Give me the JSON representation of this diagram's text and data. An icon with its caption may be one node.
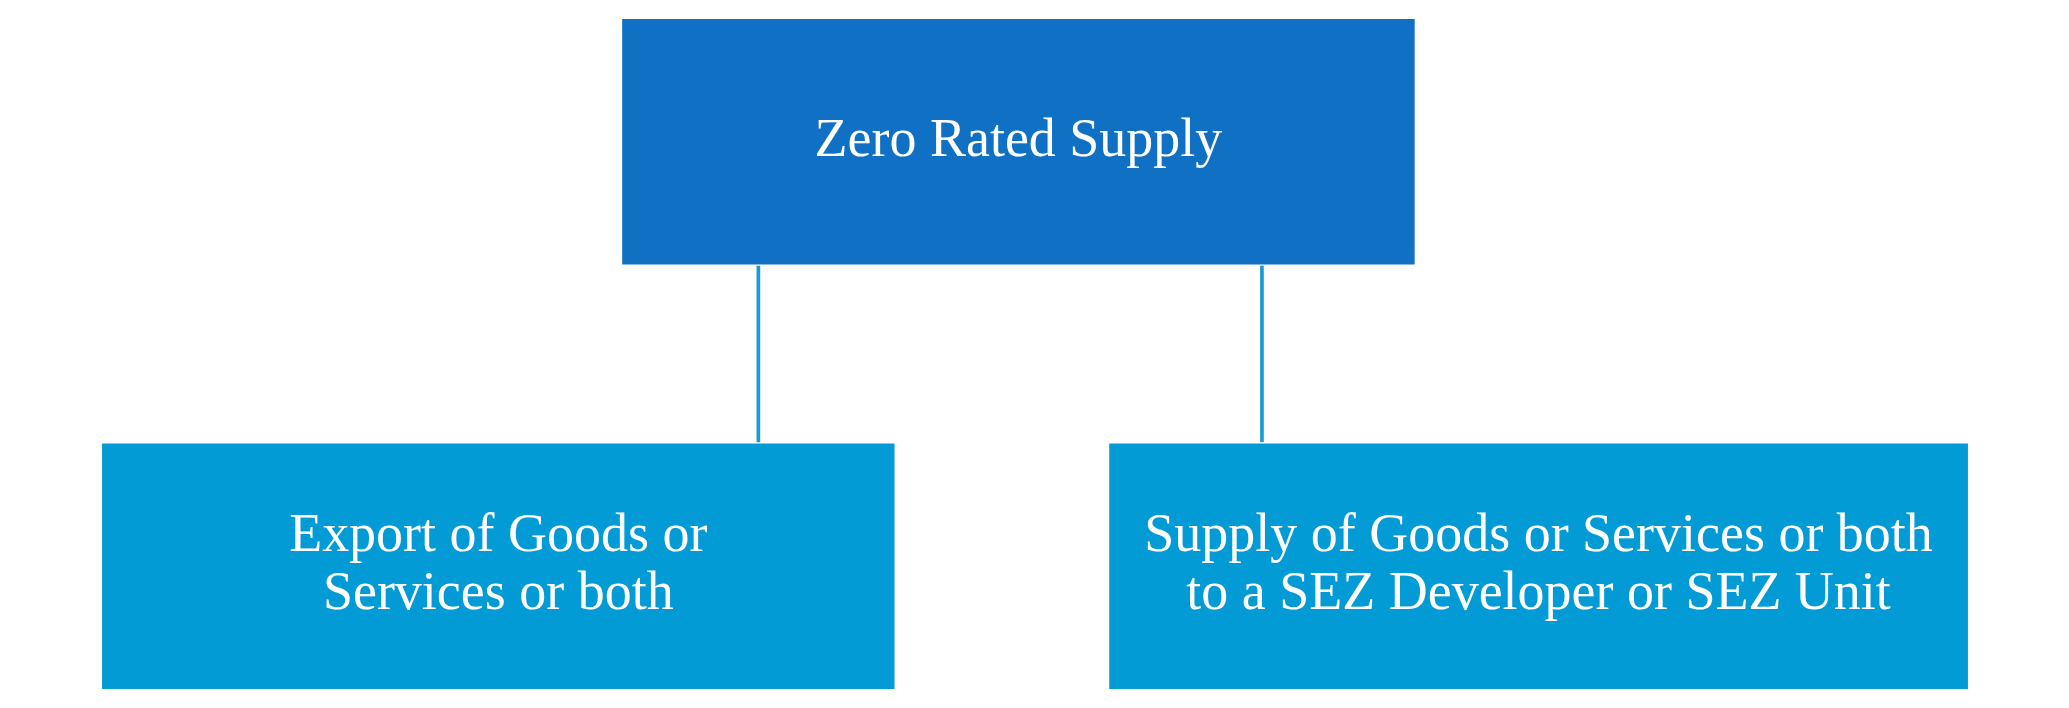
{
  "diagram": {
    "nodes": [
      {
        "text": [
          "Zero Rated Supply"
        ]
      },
      {
        "text": [
          "Export of Goods or Services or both"
        ]
      },
      {
        "text": [
          "Supply of Goods or Services or both to a SEZ Developer or SEZ Unit"
        ]
      }
    ],
    "edges": [
      {
        "from": 0,
        "to": 1,
        "arrow": "none"
      },
      {
        "from": 0,
        "to": 2,
        "arrow": "none"
      }
    ]
  }
}
